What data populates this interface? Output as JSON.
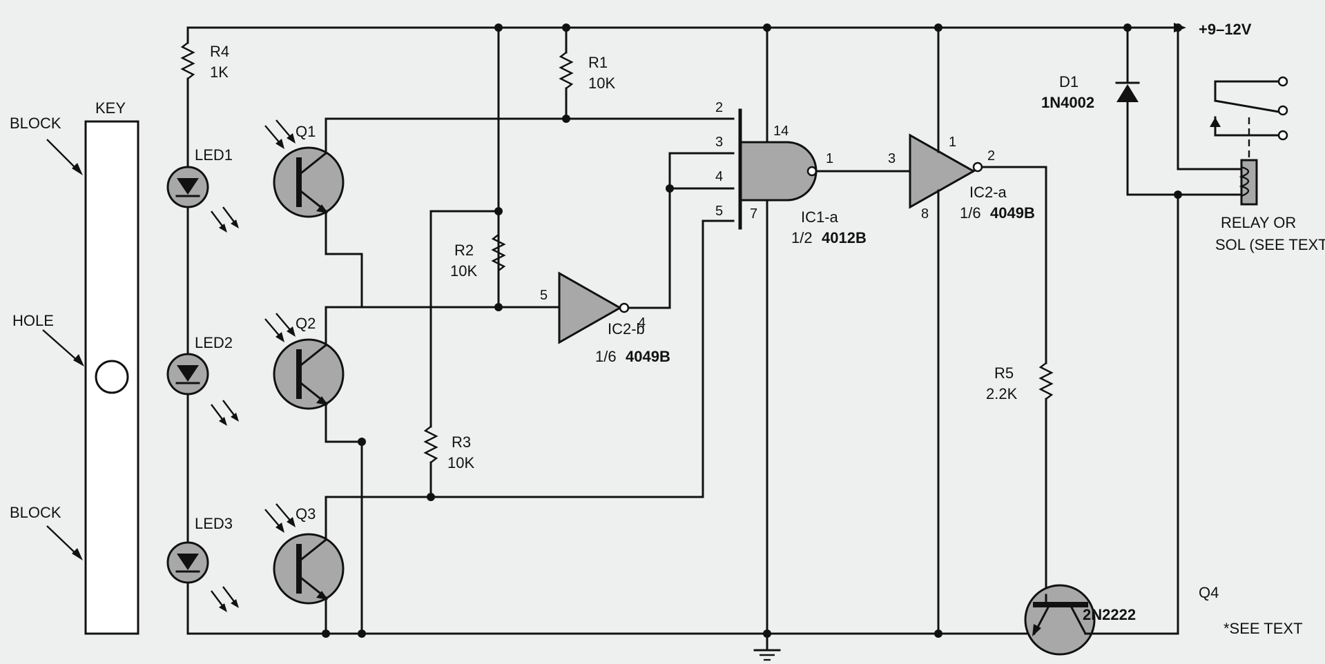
{
  "labels": {
    "supply": "+9–12V",
    "key": "KEY",
    "block_top": "BLOCK",
    "hole": "HOLE",
    "block_bottom": "BLOCK",
    "r4_name": "R4",
    "r4_value": "1K",
    "r1_name": "R1",
    "r1_value": "10K",
    "r2_name": "R2",
    "r2_value": "10K",
    "r3_name": "R3",
    "r3_value": "10K",
    "r5_name": "R5",
    "r5_value": "2.2K",
    "led1": "LED1",
    "led2": "LED2",
    "led3": "LED3",
    "q1": "Q1",
    "q2": "Q2",
    "q3": "Q3",
    "q4_name": "Q4",
    "q4_part": "2N2222",
    "d1_name": "D1",
    "d1_part": "1N4002",
    "ic1a_name": "IC1-a",
    "ic1a_frac": "1/2",
    "ic1a_part": "4012B",
    "ic2a_name": "IC2-a",
    "ic2a_frac": "1/6",
    "ic2a_part": "4049B",
    "ic2b_name": "IC2-b",
    "ic2b_frac": "1/6",
    "ic2b_part": "4049B",
    "relay_line1": "RELAY OR",
    "relay_line2": "SOL (SEE TEXT)",
    "see_text": "*SEE TEXT"
  },
  "pins": {
    "nand_in_a": "2",
    "nand_in_b": "3",
    "nand_in_c": "4",
    "nand_in_d": "5",
    "nand_vdd": "14",
    "nand_vss": "7",
    "nand_out": "1",
    "ic2a_in": "3",
    "ic2a_vdd": "1",
    "ic2a_vss": "8",
    "ic2a_out": "2",
    "ic2b_in": "5",
    "ic2b_out": "4"
  }
}
